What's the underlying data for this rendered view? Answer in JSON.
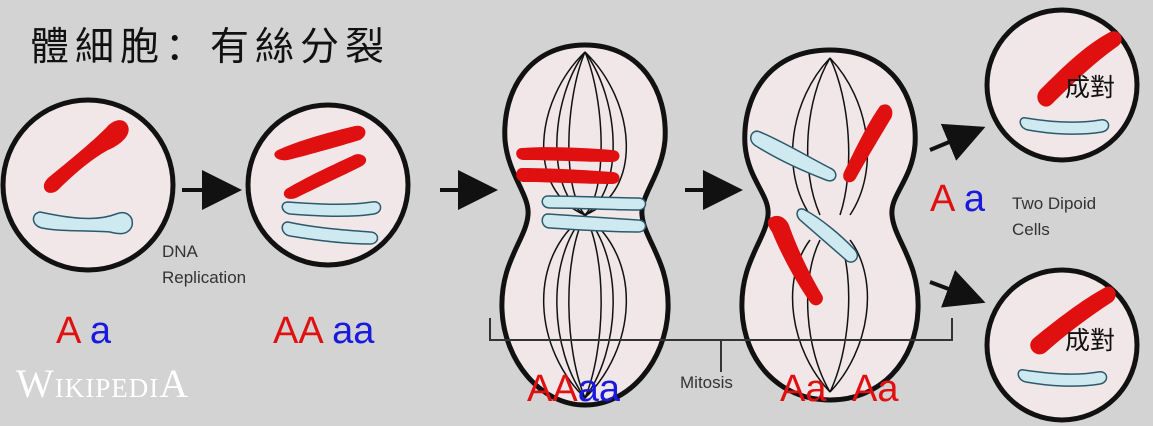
{
  "title": "體細胞：有絲分裂",
  "labels": {
    "dna_replication_line1": "DNA",
    "dna_replication_line2": "Replication",
    "two_dipoid_line1": "Two Dipoid",
    "two_dipoid_line2": "Cells",
    "mitosis": "Mitosis",
    "paired_top": "成對",
    "paired_bottom": "成對"
  },
  "alleles": {
    "stage1": {
      "upper": "A",
      "lower": "a"
    },
    "stage2": {
      "upper": "AA",
      "lower": "aa"
    },
    "stage3": {
      "upper": "AA",
      "lower": "aa"
    },
    "stage4_left": {
      "upper": "A",
      "lower": "a"
    },
    "stage4_right": {
      "upper": "A",
      "lower": "a"
    },
    "daughters": {
      "upper": "A",
      "lower": "a"
    }
  },
  "watermark": {
    "first": "W",
    "middle": "IKIPEDI",
    "last": "A"
  },
  "colors": {
    "background": "#d3d3d3",
    "cell_fill": "#f1e7e8",
    "dominant_chromosome": "#e01010",
    "recessive_chromosome": "#cfe9f1",
    "dominant_text": "#e01010",
    "recessive_text": "#1a1adf"
  }
}
